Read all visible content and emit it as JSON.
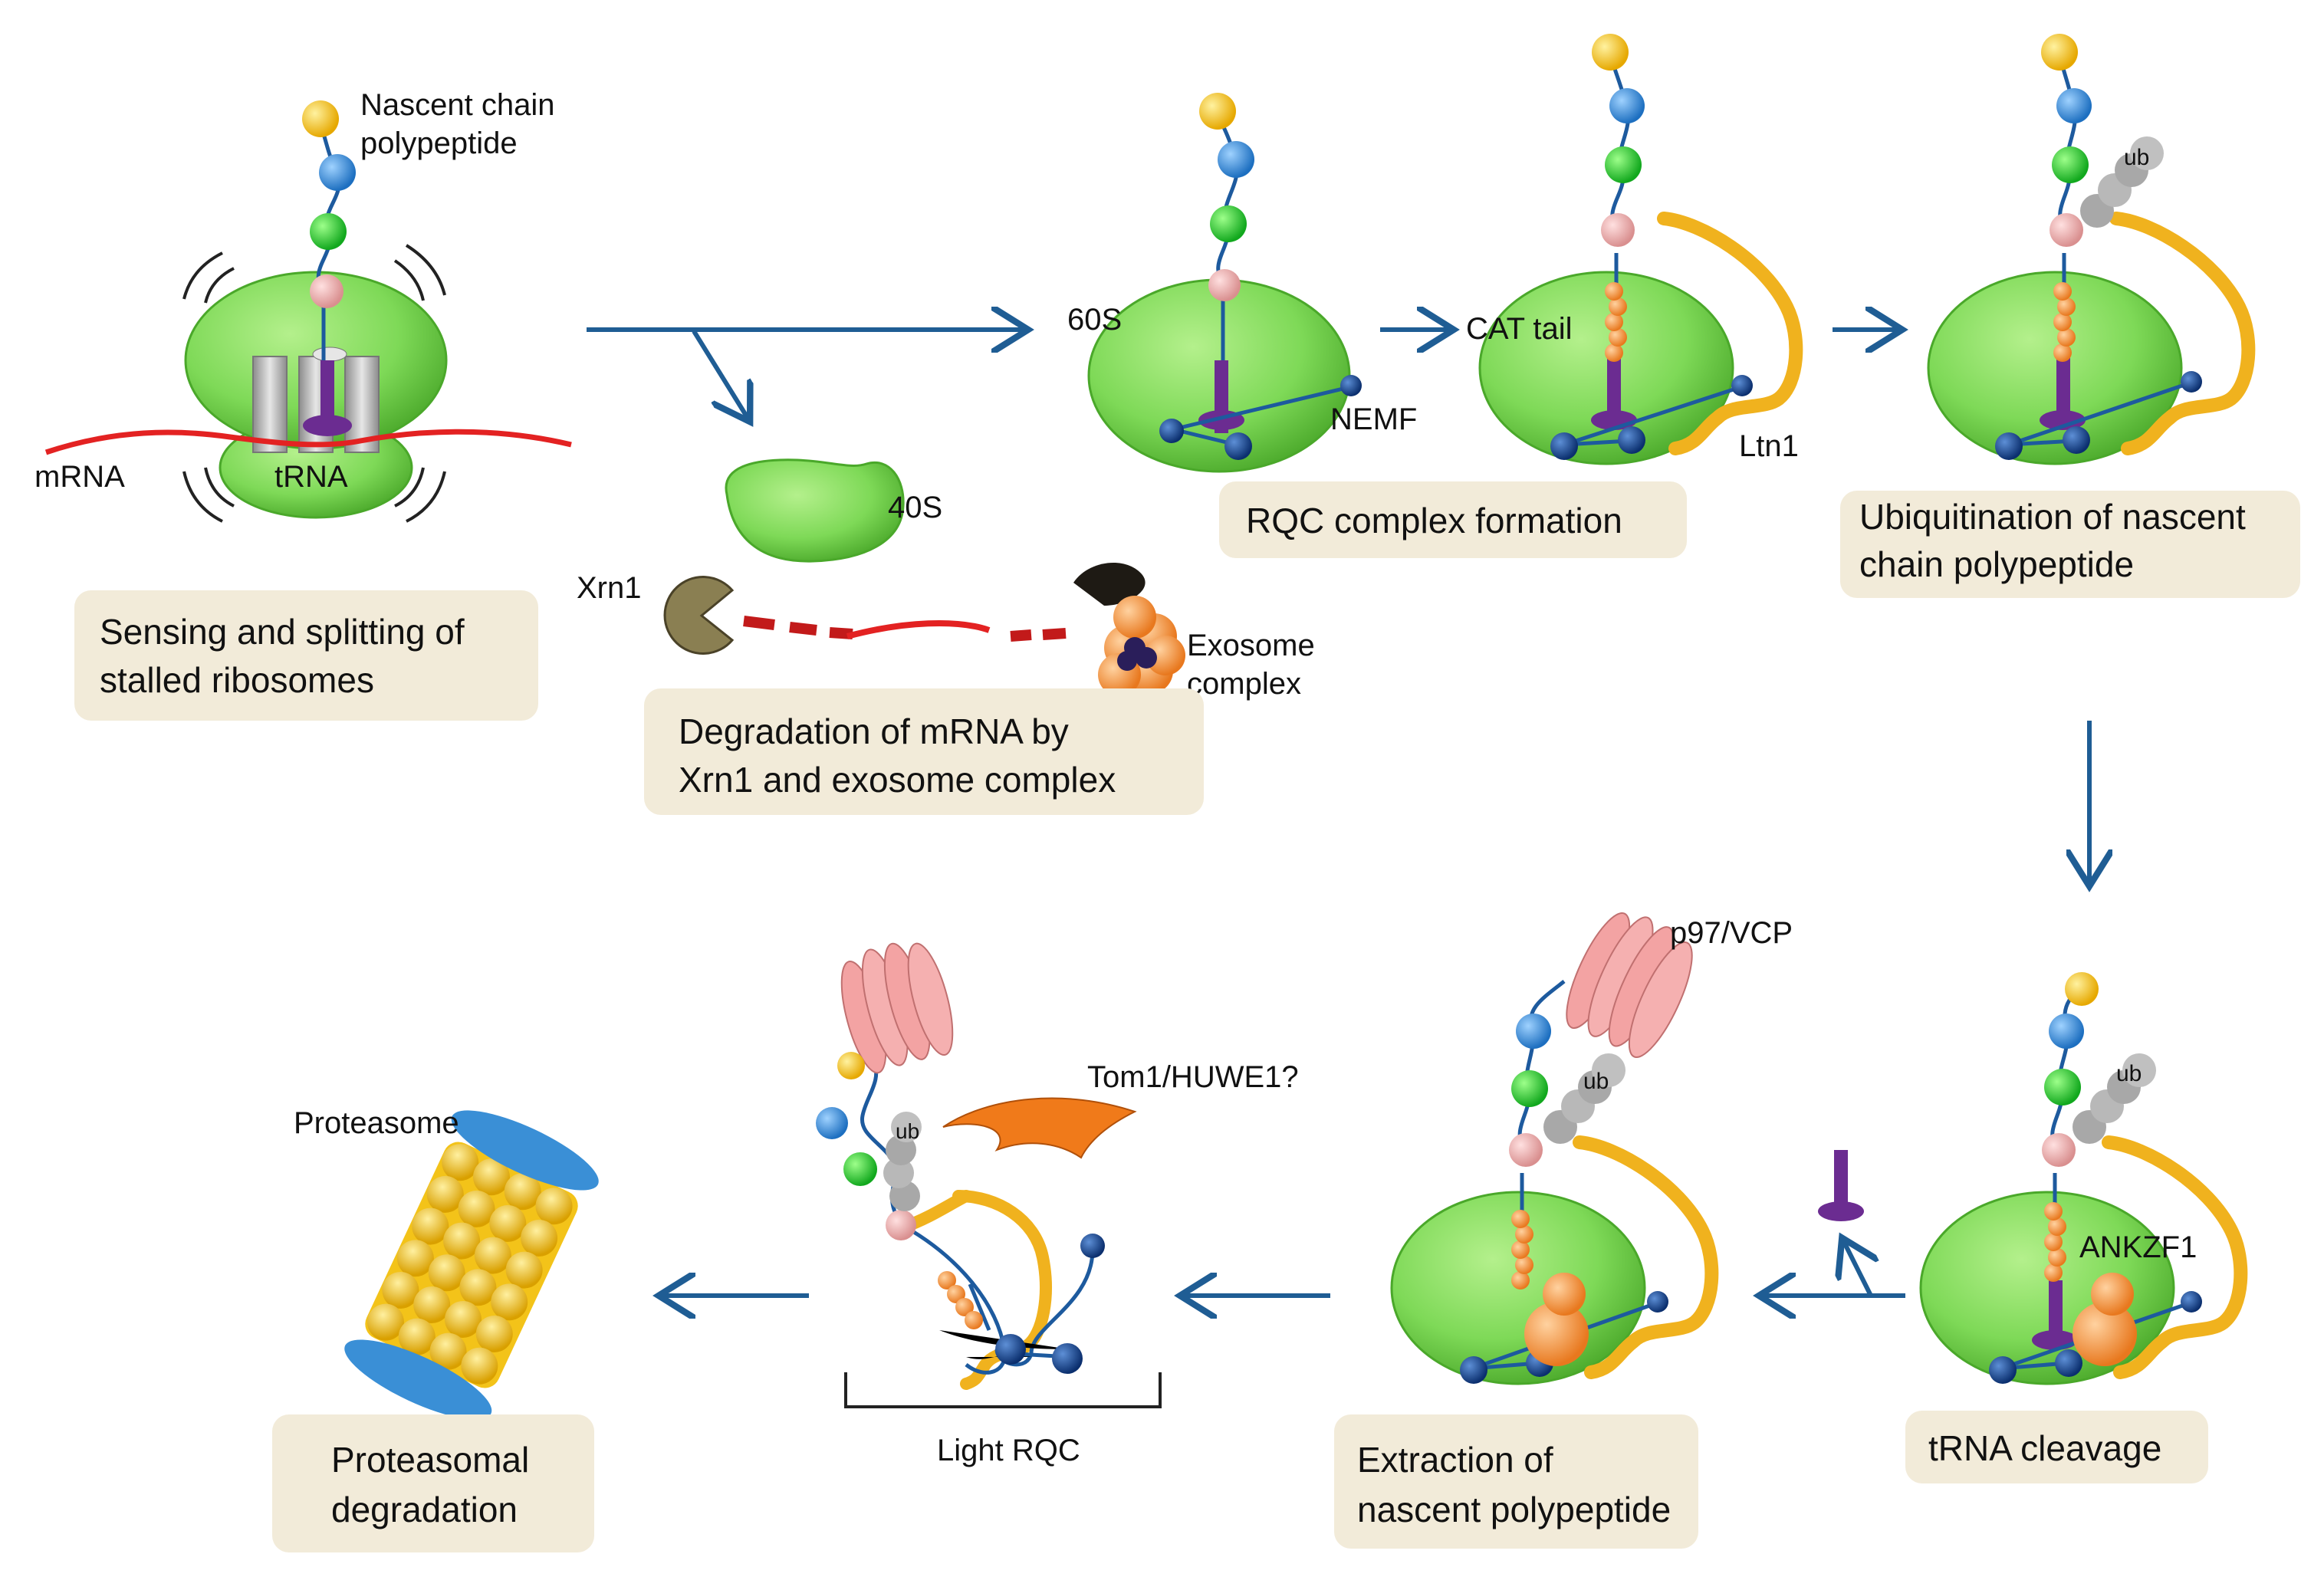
{
  "colors": {
    "ribosome": "#7ed957",
    "ribosome_edge": "#4aa82a",
    "arrow": "#1f5d94",
    "caption_box": "#f2ebd9",
    "mrna": "#e32222",
    "ltn1": "#f0b21e",
    "cat_tail": "#e8681a",
    "p97": "#f3a3a3",
    "proteasome": "#f3c319",
    "proteasome_cap": "#3a8fd6",
    "trna": "#6b2c91",
    "ubiquitin": "#a8a8a8"
  },
  "labels": {
    "nascent_chain": [
      "Nascent chain",
      "polypeptide"
    ],
    "mrna": "mRNA",
    "trna": "tRNA",
    "s60": "60S",
    "s40": "40S",
    "nemf": "NEMF",
    "cat_tail": "CAT tail",
    "ltn1": "Ltn1",
    "xrn1": "Xrn1",
    "exosome": [
      "Exosome",
      "complex"
    ],
    "ub": "ub",
    "p97": "p97/VCP",
    "tom1": "Tom1/HUWE1?",
    "ankzf1": "ANKZF1",
    "proteasome": "Proteasome",
    "light_rqc": "Light RQC"
  },
  "captions": {
    "sensing": [
      "Sensing and splitting of",
      "stalled ribosomes"
    ],
    "degradation_mrna": [
      "Degradation of mRNA by",
      "Xrn1 and exosome complex"
    ],
    "rqc_formation": [
      "RQC complex formation"
    ],
    "ubiquitination": [
      "Ubiquitination of nascent",
      "chain polypeptide"
    ],
    "trna_cleavage": [
      "tRNA cleavage"
    ],
    "extraction": [
      "Extraction of",
      "nascent polypeptide"
    ],
    "proteasomal": [
      "Proteasomal",
      "degradation"
    ]
  }
}
